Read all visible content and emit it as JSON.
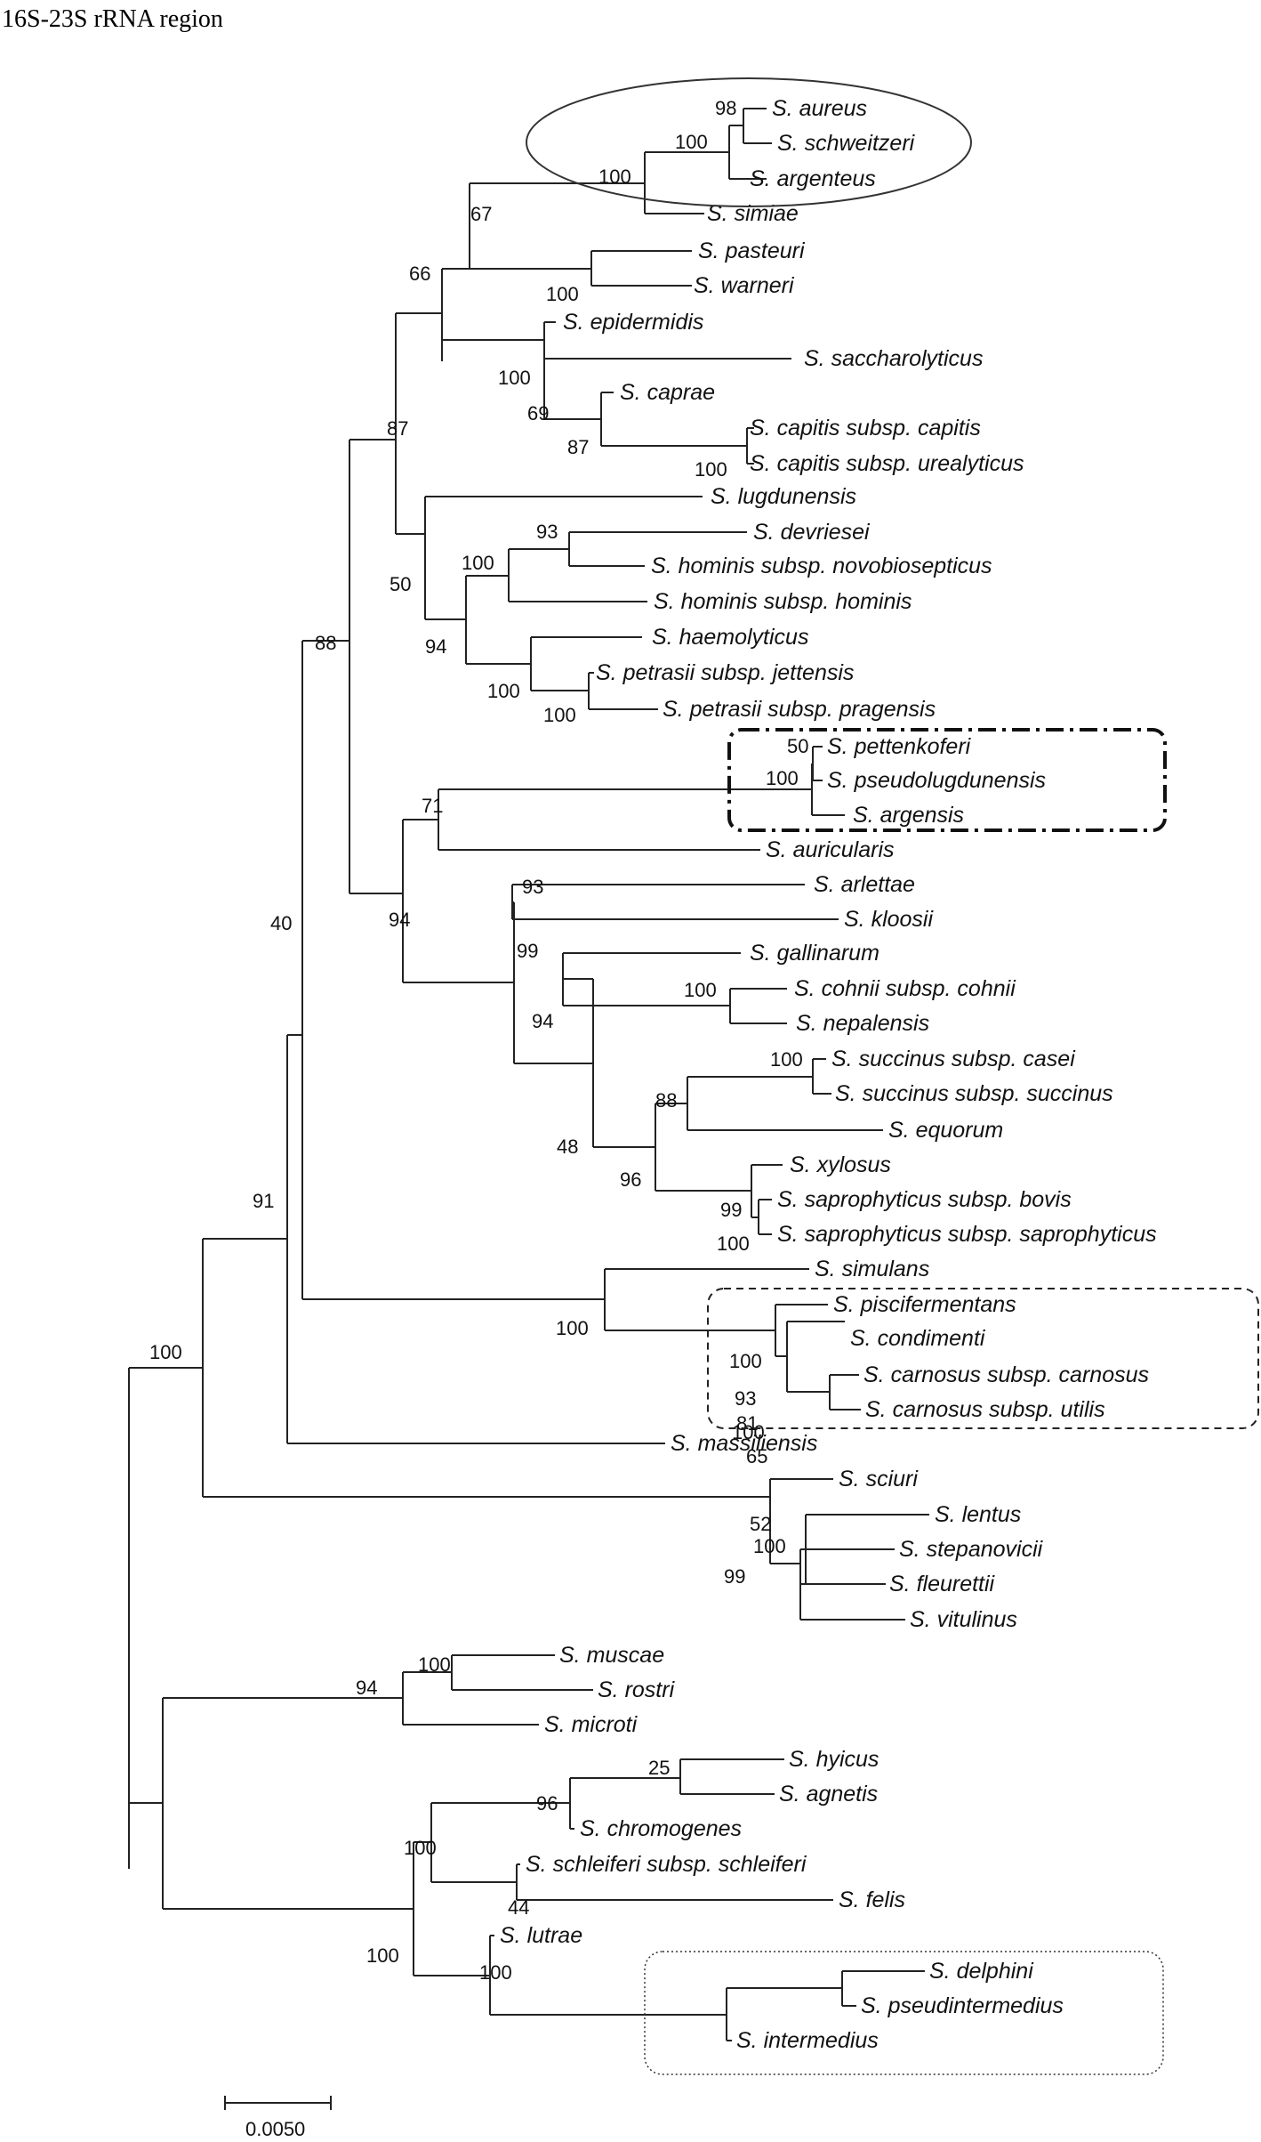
{
  "title": "16S-23S rRNA region",
  "scale_bar_label": "0.0050",
  "clades": [
    {
      "name": "clade-aureus-group",
      "style": "solid-ellipse"
    },
    {
      "name": "clade-pettenkoferi-group",
      "style": "dash-dot"
    },
    {
      "name": "clade-piscifermentans-group",
      "style": "dashed"
    },
    {
      "name": "clade-intermedius-group",
      "style": "dotted"
    }
  ],
  "taxa": [
    "S. aureus",
    "S. schweitzeri",
    "S. argenteus",
    "S. simiae",
    "S. pasteuri",
    "S. warneri",
    "S. epidermidis",
    "S. saccharolyticus",
    "S. caprae",
    "S. capitis subsp. capitis",
    "S. capitis subsp. urealyticus",
    "S. lugdunensis",
    "S. devriesei",
    "S. hominis subsp. novobiosepticus",
    "S. hominis subsp. hominis",
    "S. haemolyticus",
    "S. petrasii subsp. jettensis",
    "S. petrasii subsp. pragensis",
    "S. pettenkoferi",
    "S. pseudolugdunensis",
    "S. argensis",
    "S. auricularis",
    "S. arlettae",
    "S. kloosii",
    "S. gallinarum",
    "S. cohnii subsp. cohnii",
    "S. nepalensis",
    "S. succinus subsp. casei",
    "S. succinus subsp. succinus",
    "S. equorum",
    "S. xylosus",
    "S. saprophyticus subsp. bovis",
    "S. saprophyticus subsp. saprophyticus",
    "S. simulans",
    "S. piscifermentans",
    "S. condimenti",
    "S. carnosus subsp. carnosus",
    "S. carnosus subsp. utilis",
    "S. massiliensis",
    "S. sciuri",
    "S. lentus",
    "S. stepanovicii",
    "S. fleurettii",
    "S. vitulinus",
    "S. muscae",
    "S. rostri",
    "S. microti",
    "S. hyicus",
    "S. agnetis",
    "S. chromogenes",
    "S. schleiferi subsp. schleiferi",
    "S. felis",
    "S. lutrae",
    "S. delphini",
    "S. pseudintermedius",
    "S. intermedius"
  ],
  "support_values": [
    "98",
    "100",
    "100",
    "67",
    "100",
    "66",
    "100",
    "69",
    "87",
    "100",
    "87",
    "93",
    "100",
    "50",
    "94",
    "100",
    "100",
    "88",
    "50",
    "100",
    "71",
    "94",
    "93",
    "99",
    "94",
    "100",
    "48",
    "100",
    "88",
    "96",
    "99",
    "100",
    "40",
    "100",
    "100",
    "93",
    "100",
    "91",
    "100",
    "81",
    "65",
    "52",
    "100",
    "99",
    "100",
    "94",
    "25",
    "96",
    "100",
    "44",
    "100",
    "100"
  ]
}
